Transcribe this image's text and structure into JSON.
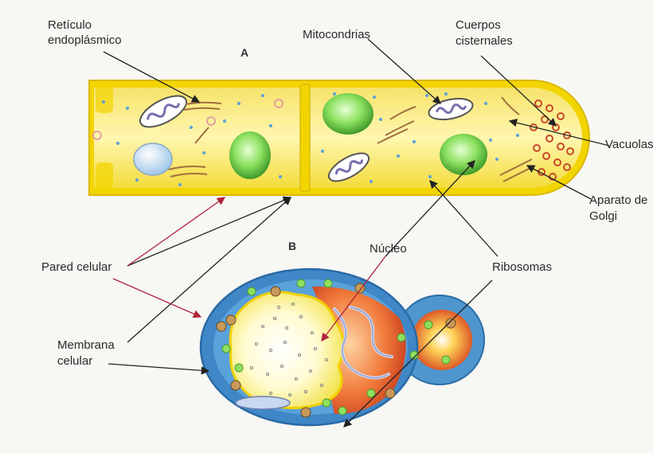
{
  "panels": {
    "a": "A",
    "b": "B"
  },
  "labels": {
    "reticulo_1": "Retículo",
    "reticulo_2": "endoplásmico",
    "mitocondrias": "Mitocondrias",
    "cuerpos_1": "Cuerpos",
    "cuerpos_2": "cisternales",
    "vacuolas": "Vacuolas",
    "golgi_1": "Aparato de",
    "golgi_2": "Golgi",
    "nucleo": "Núcleo",
    "ribosomas": "Ribosomas",
    "pared": "Pared celular",
    "membrana_1": "Membrana",
    "membrana_2": "celular"
  },
  "colors": {
    "cell_wall_yellow": "#f2d400",
    "cytoplasm_yellow": "#fbe64a",
    "nucleus_green": "#7ed957",
    "yeast_blue": "#3e8ecb",
    "vacuole_red": "#d8442a",
    "leader_line": "#222222"
  }
}
